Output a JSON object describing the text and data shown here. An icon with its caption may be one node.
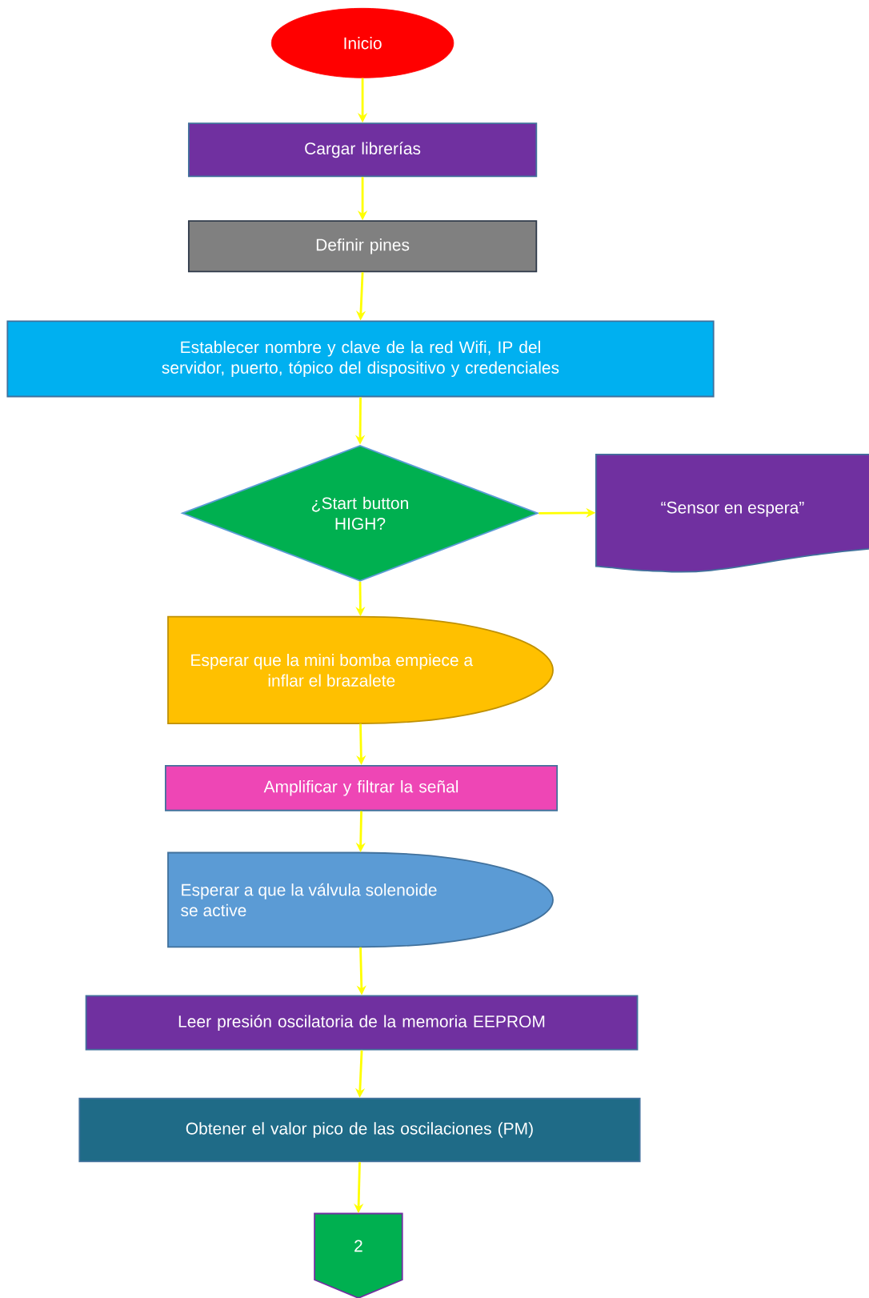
{
  "diagram": {
    "nodes": [
      {
        "text": [
          "Inicio"
        ]
      },
      {
        "text": [
          "Cargar librerías"
        ]
      },
      {
        "text": [
          "Definir pines"
        ]
      },
      {
        "text": [
          "Establecer nombre y clave de la red Wifi, IP del servidor, puerto, tópico del dispositivo y credenciales"
        ]
      },
      {
        "text": [
          "¿Start button HIGH?"
        ]
      },
      {
        "text": [
          "“Sensor en espera”"
        ]
      },
      {
        "text": [
          "Esperar que la mini bomba empiece a inflar el brazalete"
        ]
      },
      {
        "text": [
          "Amplificar y filtrar la señal"
        ]
      },
      {
        "text": [
          "Esperar a que la válvula solenoide se active"
        ]
      },
      {
        "text": [
          "Leer presión oscilatoria de la memoria EEPROM"
        ]
      },
      {
        "text": [
          "Obtener el valor pico de las oscilaciones (PM)"
        ]
      },
      {
        "text": [
          "2"
        ]
      }
    ],
    "edges": [
      {
        "from": 0,
        "to": 1,
        "arrow": "to"
      },
      {
        "from": 1,
        "to": 2,
        "arrow": "to"
      },
      {
        "from": 2,
        "to": 3,
        "arrow": "to"
      },
      {
        "from": 3,
        "to": 4,
        "arrow": "to"
      },
      {
        "from": 4,
        "to": 5,
        "arrow": "to"
      },
      {
        "from": 4,
        "to": 6,
        "arrow": "to"
      },
      {
        "from": 6,
        "to": 7,
        "arrow": "to"
      },
      {
        "from": 7,
        "to": 8,
        "arrow": "to"
      },
      {
        "from": 8,
        "to": 9,
        "arrow": "to"
      },
      {
        "from": 9,
        "to": 10,
        "arrow": "to"
      },
      {
        "from": 10,
        "to": 11,
        "arrow": "to"
      }
    ]
  }
}
